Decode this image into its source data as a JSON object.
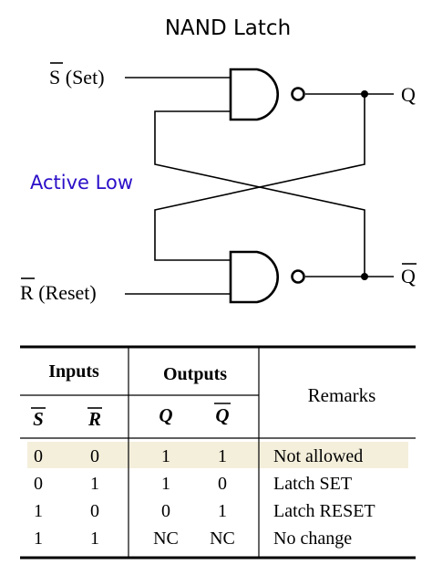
{
  "title": "NAND Latch",
  "inputs": {
    "s_letter": "S",
    "s_suffix": " (Set)",
    "r_letter": "R",
    "r_suffix": " (Reset)"
  },
  "outputs": {
    "q": "Q",
    "q_bar": "Q"
  },
  "annotation": {
    "text": "Active Low",
    "color": "#2a0fc8"
  },
  "truth_table": {
    "group_inputs": "Inputs",
    "group_outputs": "Outputs",
    "remarks_header": "Remarks",
    "col_s": "S",
    "col_r": "R",
    "col_q": "Q",
    "col_qbar": "Q",
    "highlight_color": "#f4efdb",
    "rows": [
      {
        "s": "0",
        "r": "0",
        "q": "1",
        "qbar": "1",
        "remark": "Not allowed"
      },
      {
        "s": "0",
        "r": "1",
        "q": "1",
        "qbar": "0",
        "remark": "Latch SET"
      },
      {
        "s": "1",
        "r": "0",
        "q": "0",
        "qbar": "1",
        "remark": "Latch RESET"
      },
      {
        "s": "1",
        "r": "1",
        "q": "NC",
        "qbar": "NC",
        "remark": "No change"
      }
    ]
  }
}
